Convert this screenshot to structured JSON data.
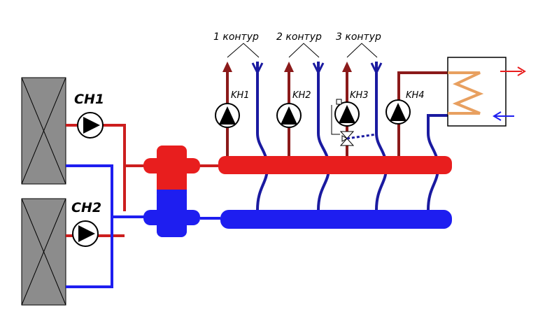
{
  "labels": {
    "circuit_1": "1 контур",
    "circuit_2": "2 контур",
    "circuit_3": "3 контур",
    "boiler_pump_1": "CH1",
    "boiler_pump_2": "CH2",
    "circuit_pump_1": "KH1",
    "circuit_pump_2": "KH2",
    "circuit_pump_3": "KH3",
    "circuit_pump_4": "KH4"
  },
  "colors": {
    "supply": "#cc1e1e",
    "supply_dark": "#8b1a1a",
    "return": "#1e1ef0",
    "return_dark": "#1a1aa0",
    "boiler": "#8c8c8c",
    "coil": "#e8a060"
  },
  "icons": [
    "boiler-icon",
    "pump-icon",
    "three-way-valve-icon",
    "heat-exchanger-icon",
    "arrow-up-icon",
    "arrow-down-icon"
  ]
}
